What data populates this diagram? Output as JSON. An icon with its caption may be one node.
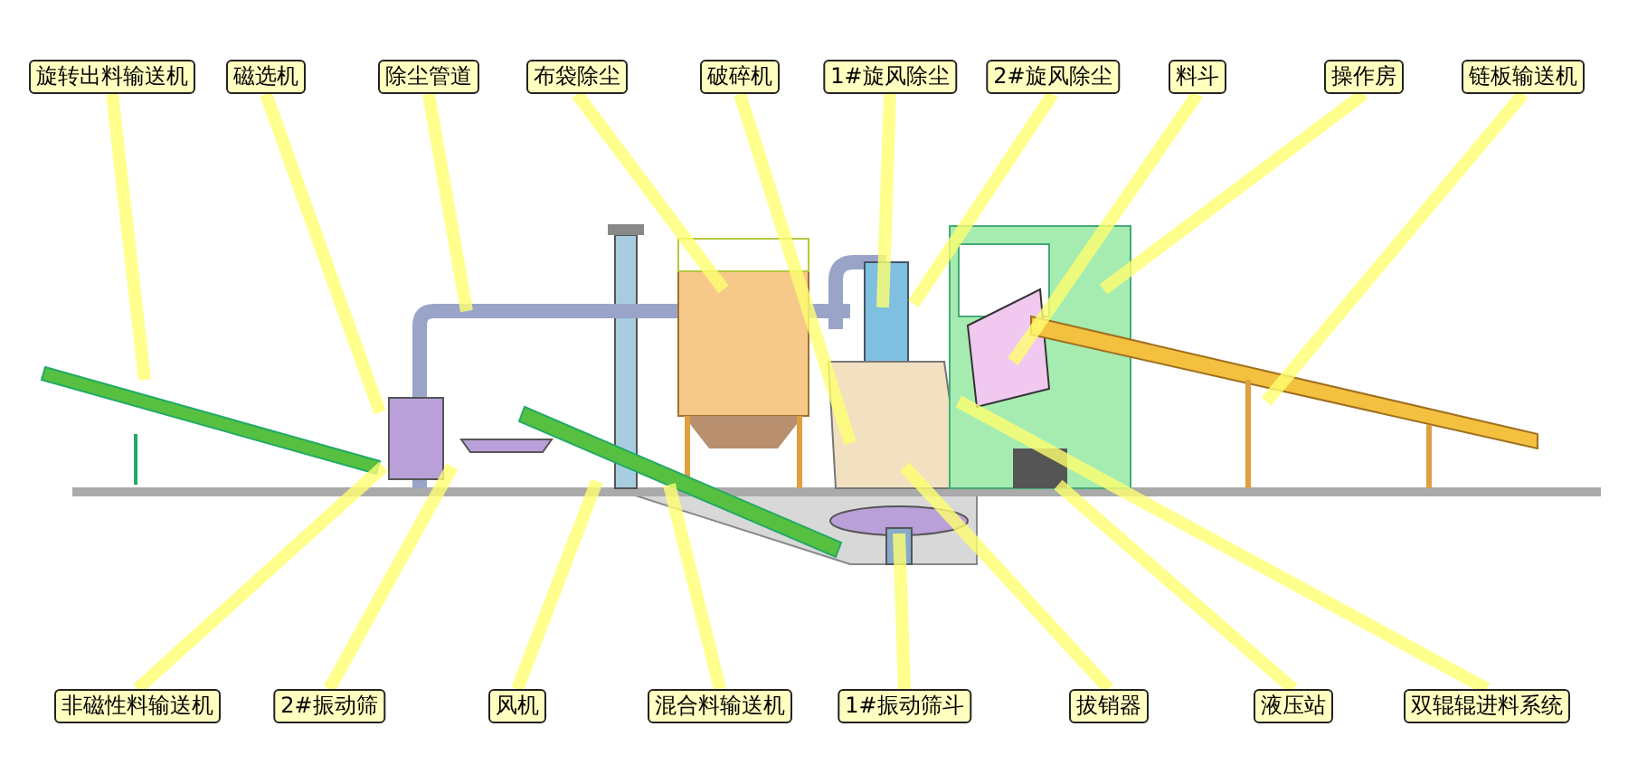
{
  "diagram": {
    "nodes": [
      {
        "text": [
          "旋转出料输送机"
        ]
      },
      {
        "text": [
          "磁选机"
        ]
      },
      {
        "text": [
          "除尘管道"
        ]
      },
      {
        "text": [
          "布袋除尘"
        ]
      },
      {
        "text": [
          "破碎机"
        ]
      },
      {
        "text": [
          "1#旋风除尘"
        ]
      },
      {
        "text": [
          "2#旋风除尘"
        ]
      },
      {
        "text": [
          "料斗"
        ]
      },
      {
        "text": [
          "操作房"
        ]
      },
      {
        "text": [
          "链板输送机"
        ]
      },
      {
        "text": [
          "非磁性料输送机"
        ]
      },
      {
        "text": [
          "2#振动筛"
        ]
      },
      {
        "text": [
          "风机"
        ]
      },
      {
        "text": [
          "混合料输送机"
        ]
      },
      {
        "text": [
          "1#振动筛斗"
        ]
      },
      {
        "text": [
          "拔销器"
        ]
      },
      {
        "text": [
          "液压站"
        ]
      },
      {
        "text": [
          "双辊辊进料系统"
        ]
      }
    ],
    "edges": [
      {
        "from": 0,
        "to": null,
        "arrow": "none"
      },
      {
        "from": 1,
        "to": null,
        "arrow": "none"
      },
      {
        "from": 2,
        "to": null,
        "arrow": "none"
      },
      {
        "from": 3,
        "to": null,
        "arrow": "none"
      },
      {
        "from": 4,
        "to": null,
        "arrow": "none"
      },
      {
        "from": 5,
        "to": null,
        "arrow": "none"
      },
      {
        "from": 6,
        "to": null,
        "arrow": "none"
      },
      {
        "from": 7,
        "to": null,
        "arrow": "none"
      },
      {
        "from": 8,
        "to": null,
        "arrow": "none"
      },
      {
        "from": 9,
        "to": null,
        "arrow": "none"
      },
      {
        "from": 10,
        "to": null,
        "arrow": "none"
      },
      {
        "from": 11,
        "to": null,
        "arrow": "none"
      },
      {
        "from": 12,
        "to": null,
        "arrow": "none"
      },
      {
        "from": 13,
        "to": null,
        "arrow": "none"
      },
      {
        "from": 14,
        "to": null,
        "arrow": "none"
      },
      {
        "from": 15,
        "to": null,
        "arrow": "none"
      },
      {
        "from": 16,
        "to": null,
        "arrow": "none"
      },
      {
        "from": 17,
        "to": null,
        "arrow": "none"
      }
    ]
  }
}
